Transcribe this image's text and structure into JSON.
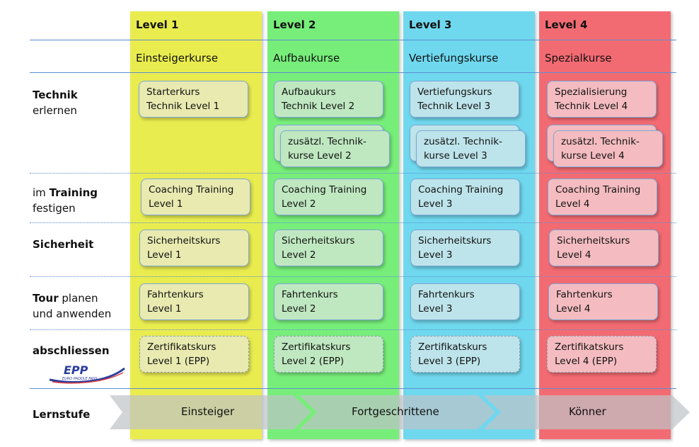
{
  "levels": [
    {
      "title": "Level 1",
      "subtitle": "Einsteigerkurse",
      "color": "#e9ec4f"
    },
    {
      "title": "Level 2",
      "subtitle": "Aufbaukurse",
      "color": "#77ee7a"
    },
    {
      "title": "Level 3",
      "subtitle": "Vertiefungskurse",
      "color": "#6fd8ee"
    },
    {
      "title": "Level 4",
      "subtitle": "Spezialkurse",
      "color": "#f36b72"
    }
  ],
  "rows": {
    "technik": {
      "bold": "Technik",
      "rest": "erlernen"
    },
    "training": {
      "pre": "im ",
      "bold": "Training",
      "rest": "festigen"
    },
    "sicherheit": {
      "bold": "Sicherheit"
    },
    "tour": {
      "bold": "Tour",
      "rest1": " planen",
      "rest2": "und anwenden"
    },
    "abschliessen": {
      "bold": "abschliessen"
    },
    "lernstufe": {
      "bold": "Lernstufe"
    }
  },
  "logo": {
    "text": "EPP",
    "subtext": "EURO PADDLE PASS"
  },
  "boxes": {
    "l1": {
      "technik": [
        "Starterkurs",
        "Technik Level 1"
      ],
      "training": [
        "Coaching Training",
        "Level 1"
      ],
      "sicherheit": [
        "Sicherheitskurs",
        "Level 1"
      ],
      "tour": [
        "Fahrtenkurs",
        "Level 1"
      ],
      "zert": [
        "Zertifikatskurs",
        "Level 1 (EPP)"
      ]
    },
    "l2": {
      "technik": [
        "Aufbaukurs",
        "Technik Level 2"
      ],
      "extra": [
        "zusätzl. Technik-",
        "kurse Level 2"
      ],
      "training": [
        "Coaching Training",
        "Level 2"
      ],
      "sicherheit": [
        "Sicherheitskurs",
        "Level 2"
      ],
      "tour": [
        "Fahrtenkurs",
        "Level 2"
      ],
      "zert": [
        "Zertifikatskurs",
        "Level 2 (EPP)"
      ]
    },
    "l3": {
      "technik": [
        "Vertiefungskurs",
        "Technik Level 3"
      ],
      "extra": [
        "zusätzl. Technik-",
        "kurse Level 3"
      ],
      "training": [
        "Coaching Training",
        "Level 3"
      ],
      "sicherheit": [
        "Sicherheitskurs",
        "Level 3"
      ],
      "tour": [
        "Fahrtenkurs",
        "Level 3"
      ],
      "zert": [
        "Zertifikatskurs",
        "Level 3 (EPP)"
      ]
    },
    "l4": {
      "technik": [
        "Spezialisierung",
        "Technik Level 4"
      ],
      "extra": [
        "zusätzl. Technik-",
        "kurse Level 4"
      ],
      "training": [
        "Coaching Training",
        "Level 4"
      ],
      "sicherheit": [
        "Sicherheitskurs",
        "Level 4"
      ],
      "tour": [
        "Fahrtenkurs",
        "Level 4"
      ],
      "zert": [
        "Zertifikatskurs",
        "Level 4 (EPP)"
      ]
    }
  },
  "stages": [
    "Einsteiger",
    "Fortgeschrittene",
    "Könner"
  ]
}
